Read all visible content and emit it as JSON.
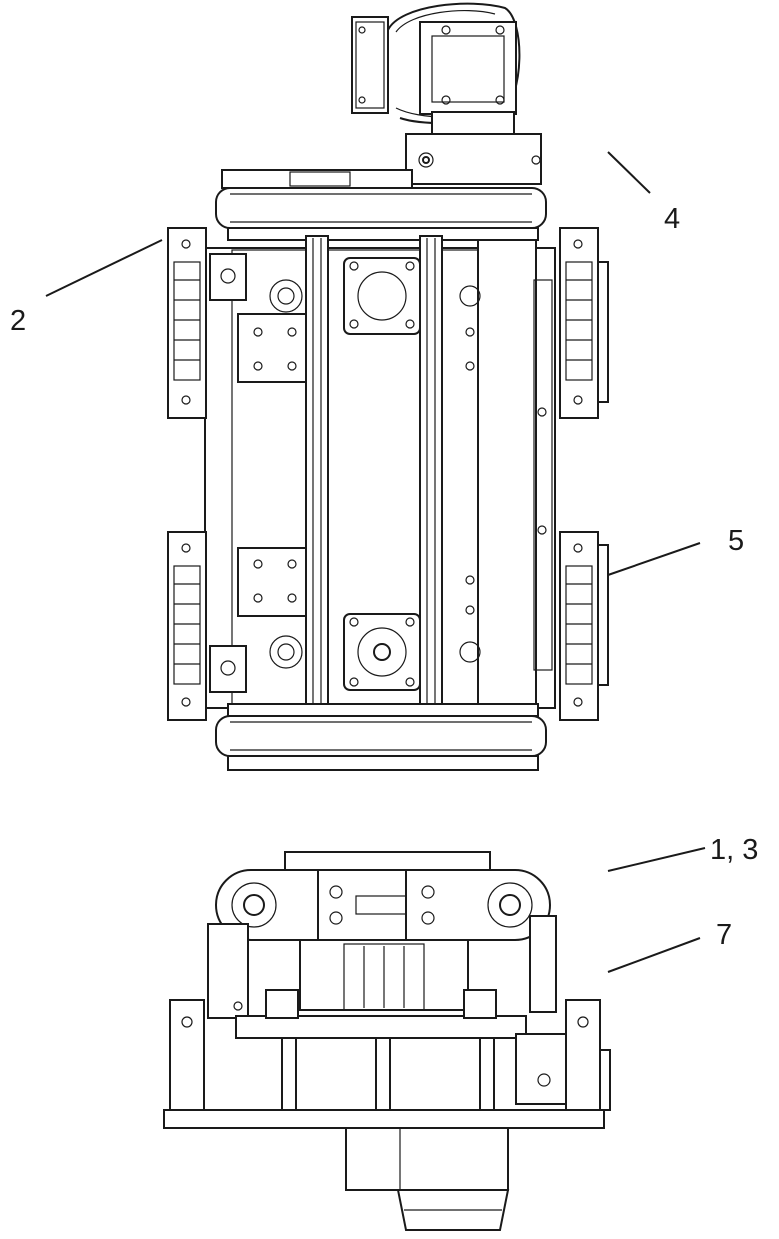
{
  "callouts": {
    "c2": "2",
    "c4": "4",
    "c5": "5",
    "c13": "1, 3",
    "c7": "7"
  }
}
